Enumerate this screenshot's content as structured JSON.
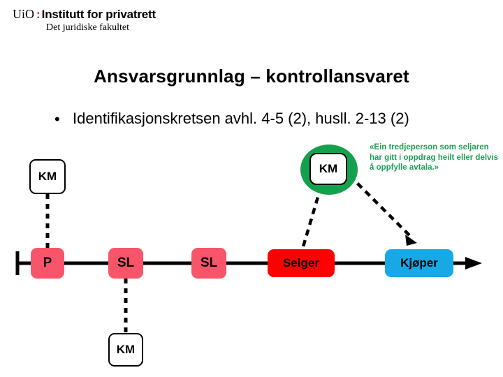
{
  "header": {
    "logo_uio": "UiO",
    "logo_colon": ":",
    "logo_institute": "Institutt for privatrett",
    "logo_faculty": "Det juridiske fakultet",
    "accent_color": "#b01020"
  },
  "slide": {
    "title": "Ansvarsgrunnlag – kontrollansvaret",
    "bullet_marker": "•",
    "bullet_text": "Identifikasjonskretsen avhl. 4-5 (2), husll. 2-13 (2)"
  },
  "annotation": {
    "quote": "«Ein tredjeperson som seljaren har gitt i oppdrag heilt eller delvis å oppfylle avtala.»",
    "color": "#1f9e57"
  },
  "diagram": {
    "nodes": [
      {
        "id": "km-left",
        "label": "KM",
        "type": "km",
        "color": "#ffffff"
      },
      {
        "id": "km-green",
        "label": "KM",
        "type": "km",
        "color": "#ffffff"
      },
      {
        "id": "km-bottom",
        "label": "KM",
        "type": "km",
        "color": "#ffffff"
      },
      {
        "id": "p",
        "label": "P",
        "type": "party",
        "color": "#f8556b"
      },
      {
        "id": "sl-1",
        "label": "SL",
        "type": "party",
        "color": "#f8556b"
      },
      {
        "id": "sl-2",
        "label": "SL",
        "type": "party",
        "color": "#f8556b"
      },
      {
        "id": "selger",
        "label": "Selger",
        "type": "party",
        "color": "#fe0000"
      },
      {
        "id": "kjoper",
        "label": "Kjøper",
        "type": "party",
        "color": "#17a8e6"
      }
    ],
    "highlight_color": "#15a04d",
    "chain_color": "#000000"
  }
}
